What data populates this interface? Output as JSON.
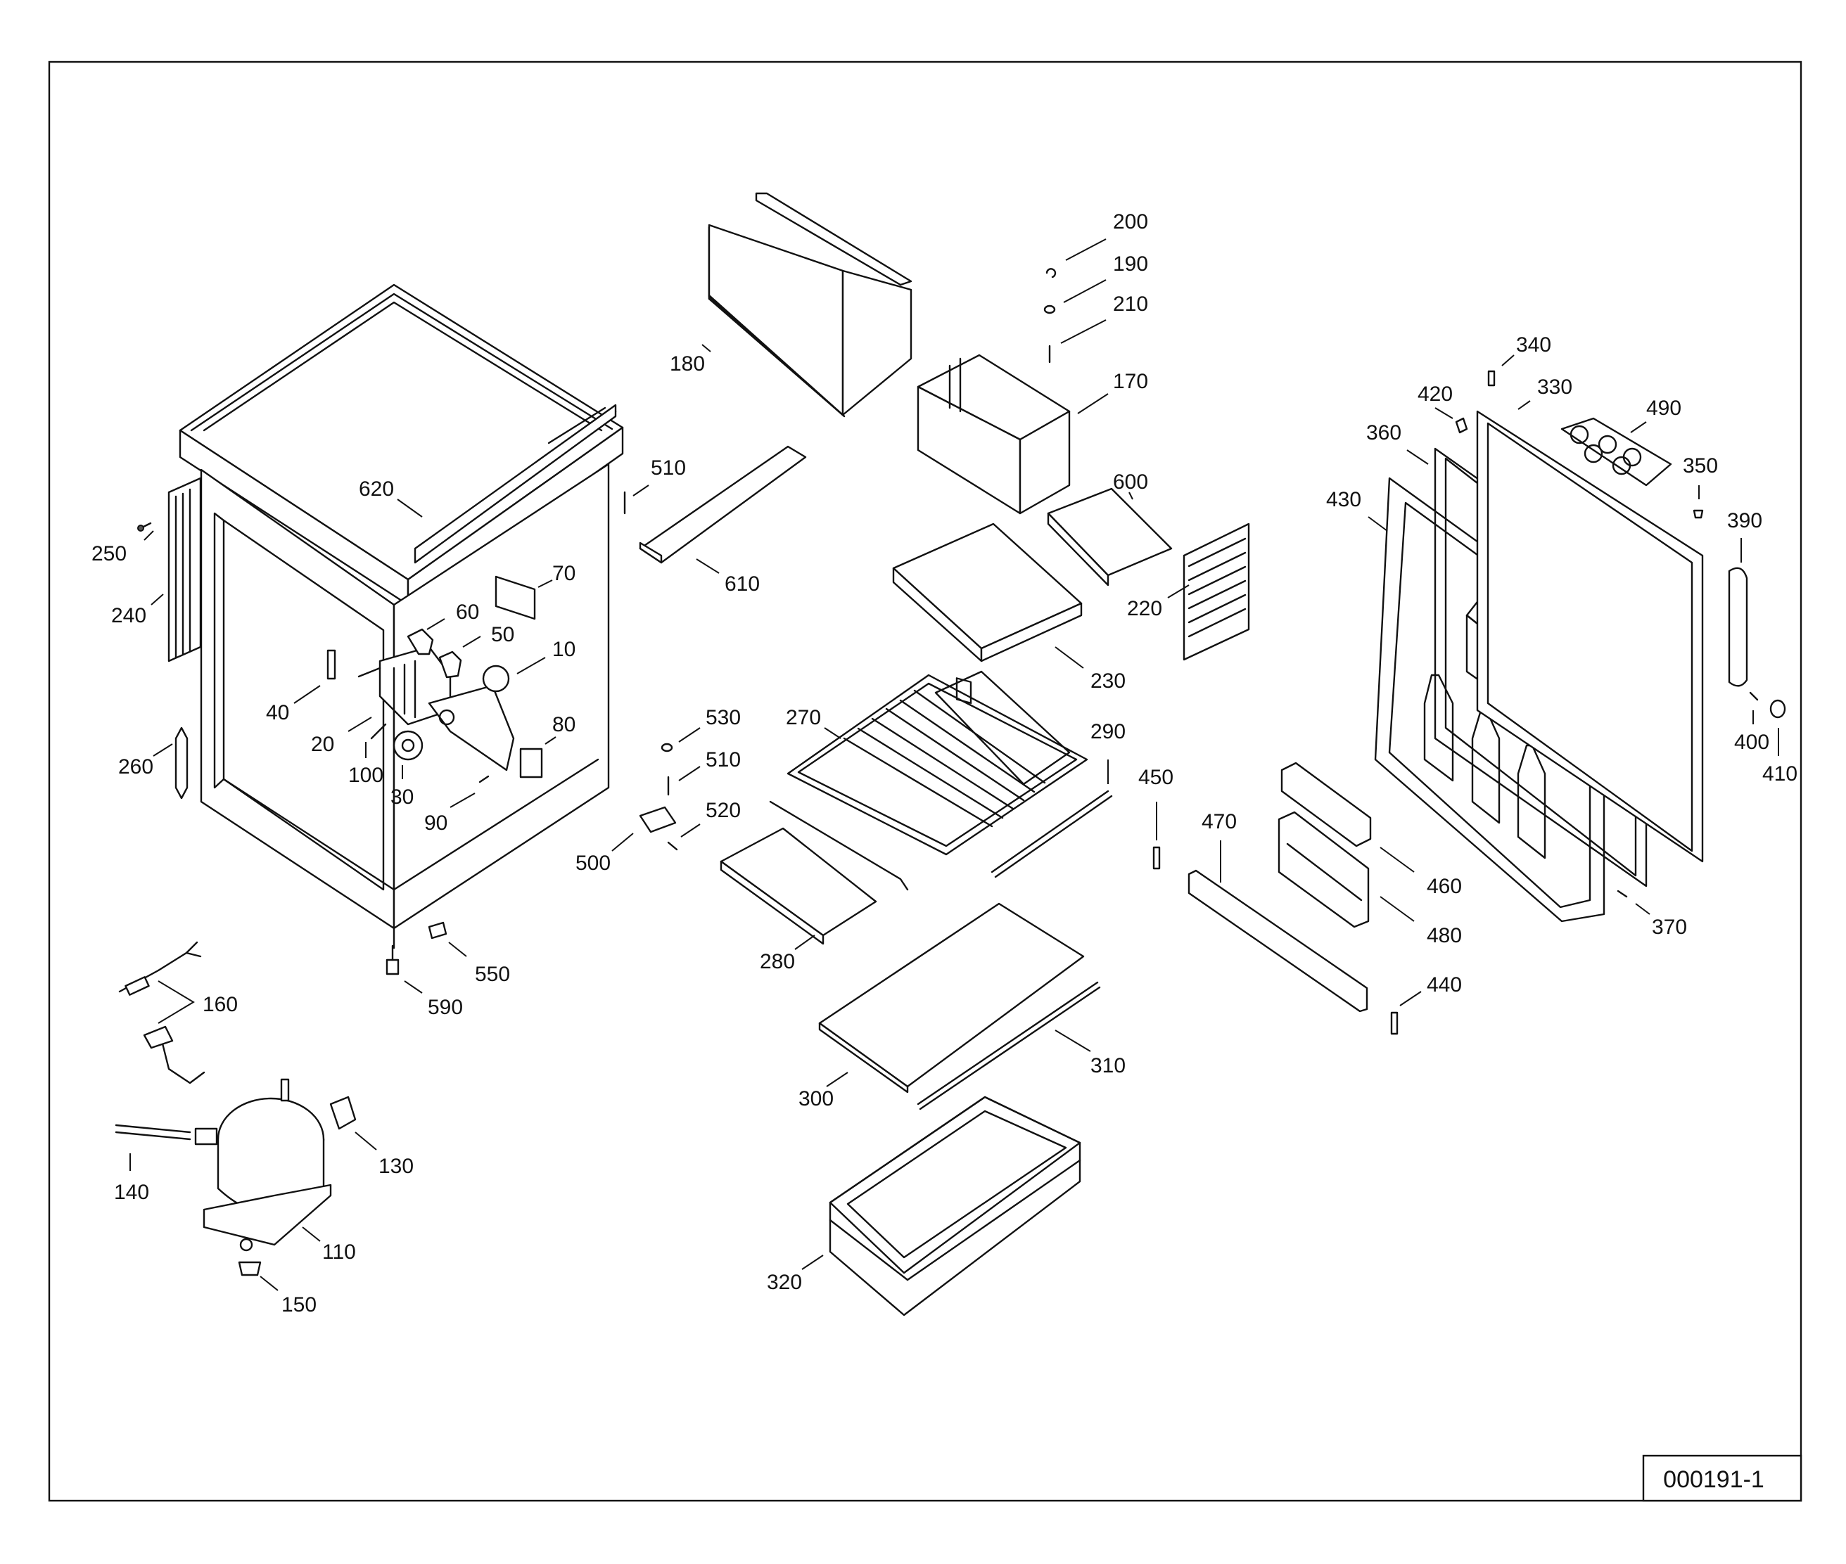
{
  "reference_code": "000191-1",
  "callouts": [
    {
      "label": "200"
    },
    {
      "label": "190"
    },
    {
      "label": "210"
    },
    {
      "label": "170"
    },
    {
      "label": "180"
    },
    {
      "label": "510"
    },
    {
      "label": "610"
    },
    {
      "label": "620"
    },
    {
      "label": "250"
    },
    {
      "label": "240"
    },
    {
      "label": "70"
    },
    {
      "label": "60"
    },
    {
      "label": "50"
    },
    {
      "label": "10"
    },
    {
      "label": "40"
    },
    {
      "label": "20"
    },
    {
      "label": "80"
    },
    {
      "label": "100"
    },
    {
      "label": "30"
    },
    {
      "label": "90"
    },
    {
      "label": "260"
    },
    {
      "label": "550"
    },
    {
      "label": "590"
    },
    {
      "label": "160"
    },
    {
      "label": "130"
    },
    {
      "label": "140"
    },
    {
      "label": "110"
    },
    {
      "label": "150"
    },
    {
      "label": "600"
    },
    {
      "label": "230"
    },
    {
      "label": "220"
    },
    {
      "label": "530"
    },
    {
      "label": "510"
    },
    {
      "label": "520"
    },
    {
      "label": "500"
    },
    {
      "label": "270"
    },
    {
      "label": "290"
    },
    {
      "label": "280"
    },
    {
      "label": "300"
    },
    {
      "label": "310"
    },
    {
      "label": "320"
    },
    {
      "label": "450"
    },
    {
      "label": "470"
    },
    {
      "label": "460"
    },
    {
      "label": "480"
    },
    {
      "label": "440"
    },
    {
      "label": "340"
    },
    {
      "label": "330"
    },
    {
      "label": "420"
    },
    {
      "label": "360"
    },
    {
      "label": "490"
    },
    {
      "label": "430"
    },
    {
      "label": "350"
    },
    {
      "label": "390"
    },
    {
      "label": "400"
    },
    {
      "label": "410"
    },
    {
      "label": "370"
    }
  ]
}
